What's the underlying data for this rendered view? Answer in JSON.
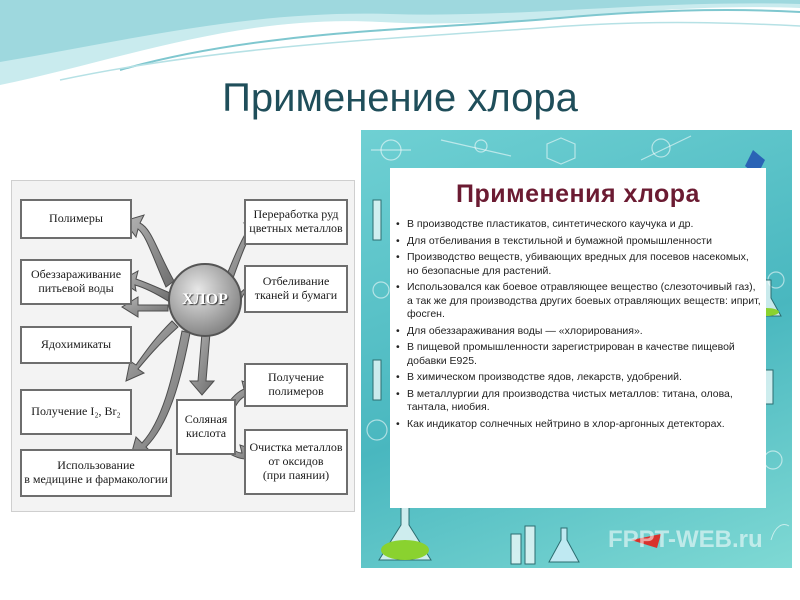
{
  "slide": {
    "title": "Применение хлора"
  },
  "diagram": {
    "hub": "ХЛОР",
    "acid": "Соляная\nкислота",
    "left_boxes": [
      "Полимеры",
      "Обеззараживание\nпитьевой воды",
      "Ядохимикаты",
      "Получение I₂, Br₂",
      "Использование\nв медицине и фармакологии"
    ],
    "right_boxes": [
      "Переработка руд\nцветных металлов",
      "Отбеливание\nтканей и бумаги",
      "Получение\nполимеров",
      "Очистка металлов\nот оксидов\n(при паянии)"
    ]
  },
  "poster": {
    "title": "Применения хлора",
    "items": [
      "В производстве пластикатов, синтетического каучука и др.",
      "Для отбеливания в текстильной и бумажной промышленности",
      "Производство веществ, убивающих вредных для посевов насекомых, но безопасные для растений.",
      "Использовался как боевое отравляющее вещество (слезоточивый газ), а так же для производства других боевых отравляющих веществ: иприт, фосген.",
      "Для обеззараживания воды — «хлорирования».",
      "В пищевой промышленности зарегистрирован в качестве пищевой добавки E925.",
      "В химическом производстве  ядов, лекарств, удобрений.",
      "В металлургии для производства чистых металлов: титана, олова, тантала, ниобия.",
      "Как индикатор солнечных нейтрино в хлор-аргонных детекторах."
    ],
    "watermark": "FPPT-WEB.ru"
  }
}
